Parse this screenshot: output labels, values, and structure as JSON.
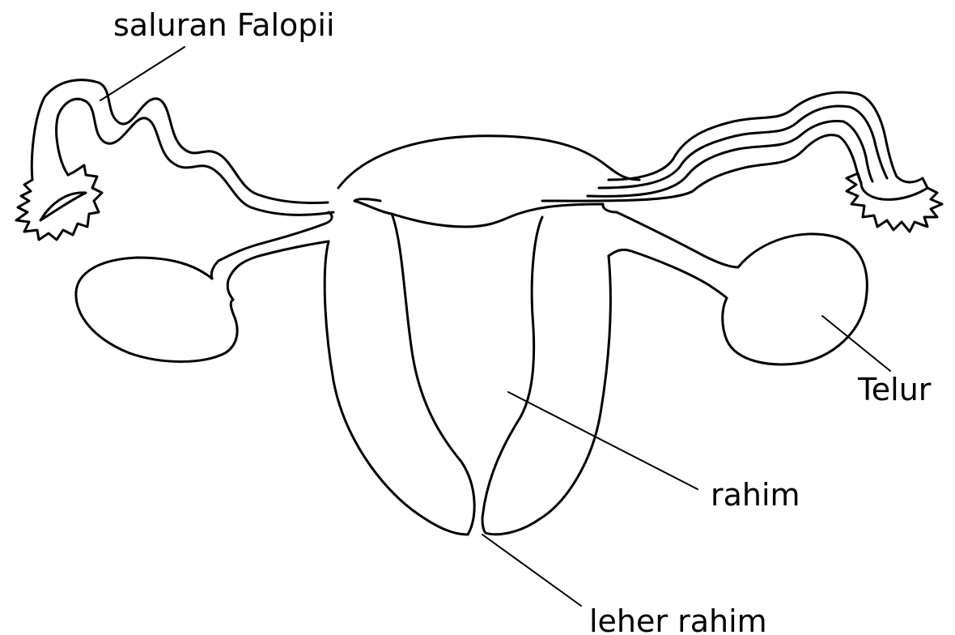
{
  "labels": {
    "fallopian_tube": "saluran Falopii",
    "egg": "Telur",
    "uterus": "rahim",
    "cervix": "leher rahim"
  }
}
